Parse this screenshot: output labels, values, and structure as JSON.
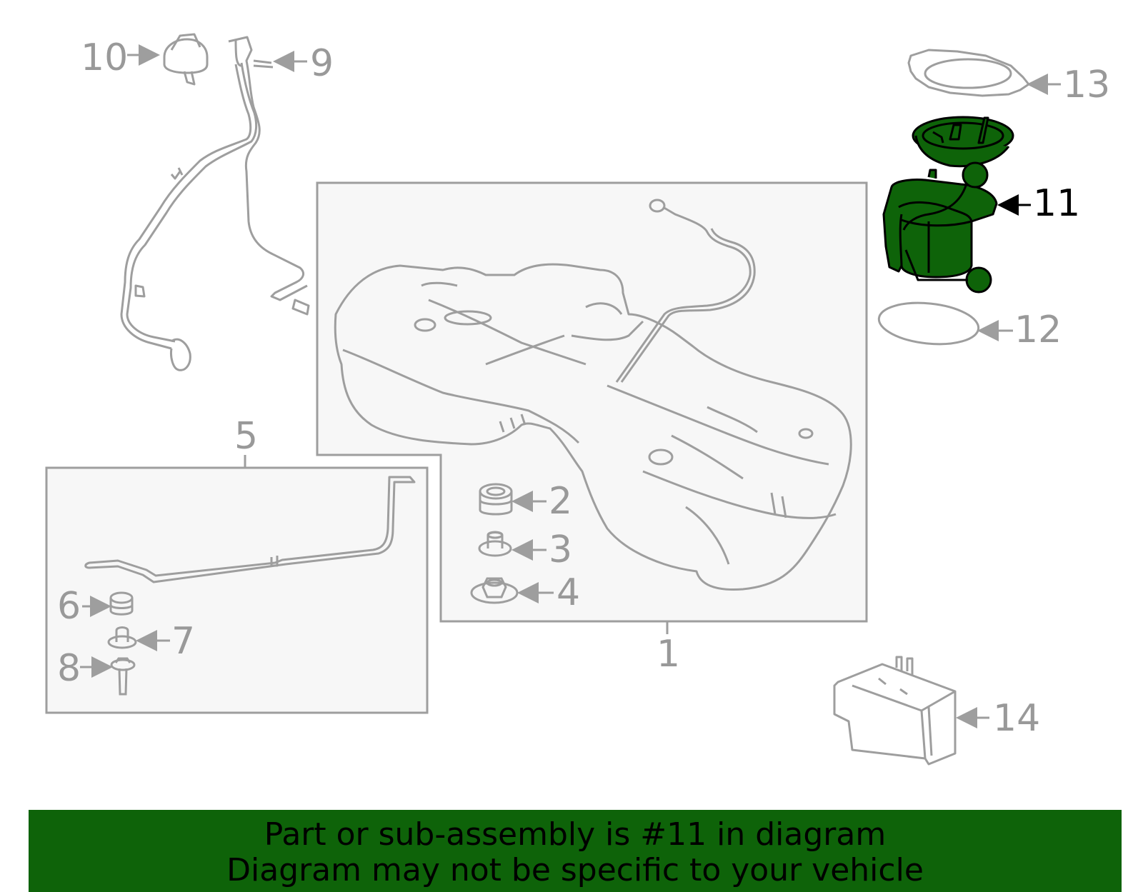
{
  "colors": {
    "line": "#9e9e9e",
    "label": "#999999",
    "highlight_fill": "#0e6309",
    "highlight_stroke": "#000000",
    "panel_fill": "#f7f7f7",
    "banner_bg": "#0e6309"
  },
  "callouts": {
    "c1": "1",
    "c2": "2",
    "c3": "3",
    "c4": "4",
    "c5": "5",
    "c6": "6",
    "c7": "7",
    "c8": "8",
    "c9": "9",
    "c10": "10",
    "c11": "11",
    "c12": "12",
    "c13": "13",
    "c14": "14"
  },
  "highlighted_part": "11",
  "banner": {
    "line1": "Part or sub-assembly is #11 in diagram",
    "line2": "Diagram may not be specific to your vehicle"
  }
}
